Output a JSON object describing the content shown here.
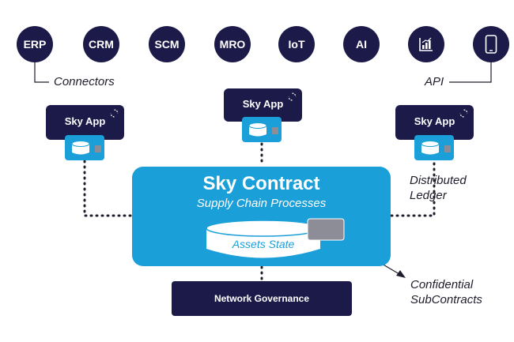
{
  "top_nodes": [
    {
      "label": "ERP"
    },
    {
      "label": "CRM"
    },
    {
      "label": "SCM"
    },
    {
      "label": "MRO"
    },
    {
      "label": "IoT"
    },
    {
      "label": "AI"
    },
    {
      "icon": "chart-icon"
    },
    {
      "icon": "mobile-phone-icon"
    }
  ],
  "connectors_label": "Connectors",
  "api_label": "API",
  "apps": [
    {
      "label": "Sky App"
    },
    {
      "label": "Sky App"
    },
    {
      "label": "Sky App"
    }
  ],
  "distributed_ledger": [
    "Distributed",
    "Ledger"
  ],
  "sky_contract": {
    "title": "Sky Contract",
    "subtitle": "Supply Chain Processes",
    "assets_state": "Assets State"
  },
  "confidential": [
    "Confidential",
    "SubContracts"
  ],
  "network_governance": "Network Governance",
  "colors": {
    "navy": "#1c1a48",
    "blue": "#1a9fd9",
    "gray": "#8d8d97",
    "text": "#1d1d2c"
  }
}
